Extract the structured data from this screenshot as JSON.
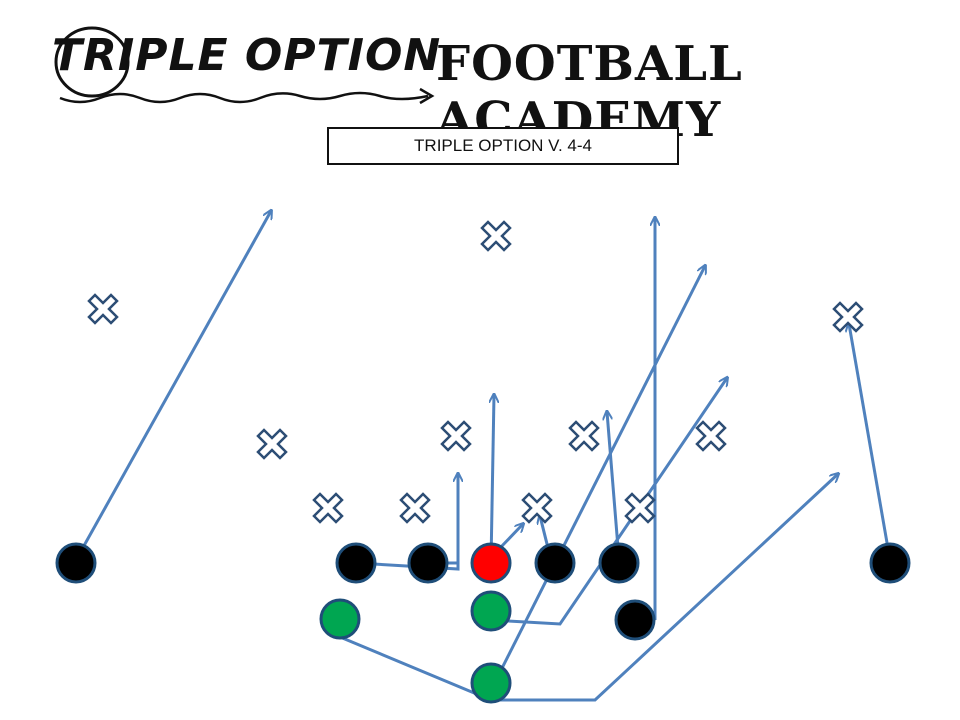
{
  "brand": {
    "left_text": "TRIPLE OPTION",
    "right_text": "FOOTBALL ACADEMY"
  },
  "diagram": {
    "title": "TRIPLE OPTION V. 4-4"
  },
  "colors": {
    "route": "#4f81bd",
    "defender_stroke": "#2c4d75",
    "offense_fill": "#000000",
    "center_fill": "#ff0000",
    "back_fill": "#00a651",
    "outline": "#1f4e79"
  },
  "legend_icons": [
    "defender-x-icon",
    "offense-player-icon",
    "route-arrow-icon"
  ]
}
